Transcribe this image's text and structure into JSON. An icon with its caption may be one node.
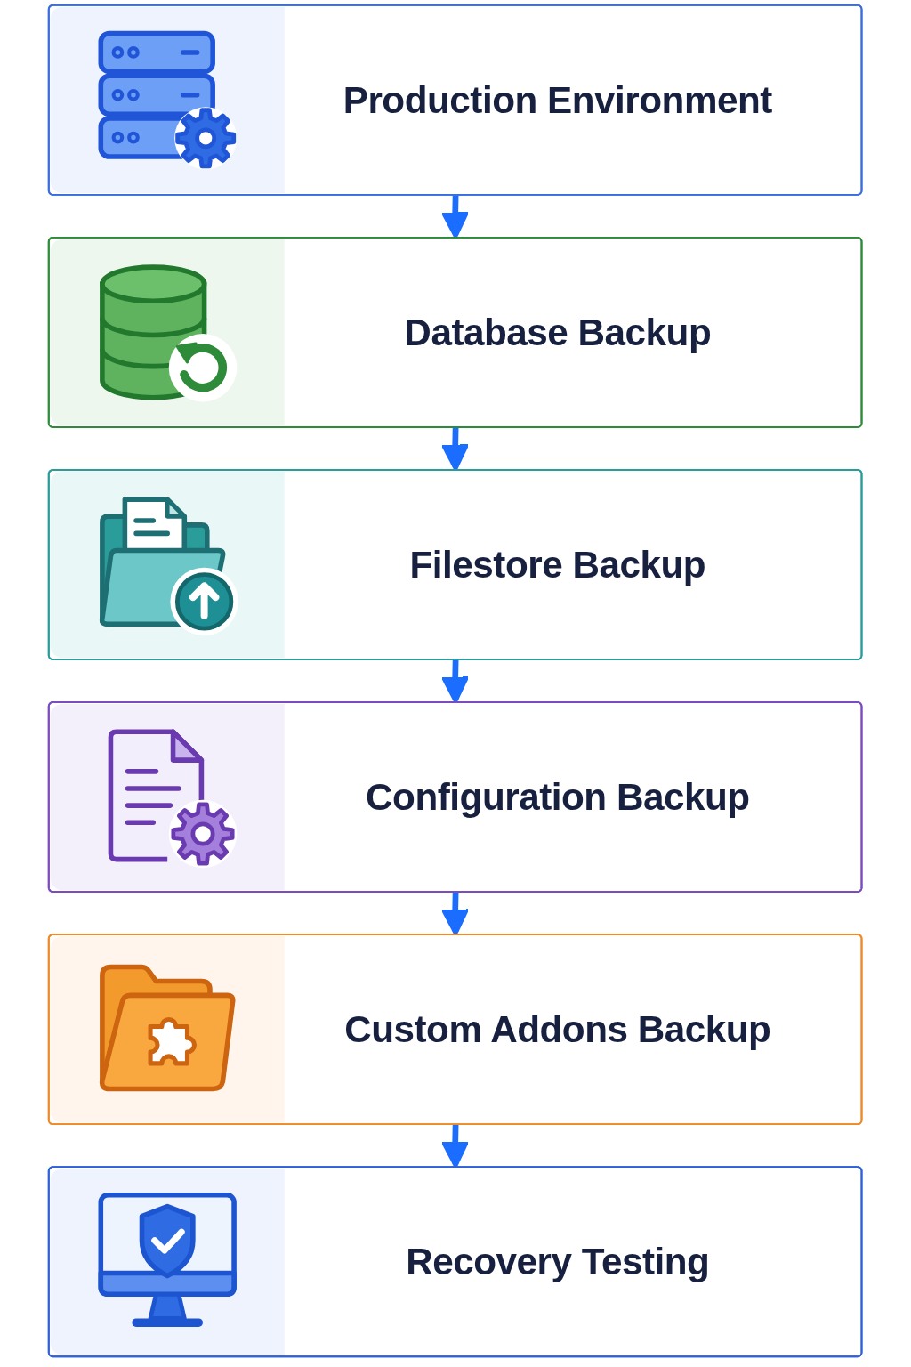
{
  "diagram": {
    "nodes": [
      {
        "text": [
          "Production Environment"
        ]
      },
      {
        "text": [
          "Database Backup"
        ]
      },
      {
        "text": [
          "Filestore Backup"
        ]
      },
      {
        "text": [
          "Configuration Backup"
        ]
      },
      {
        "text": [
          "Custom Addons Backup"
        ]
      },
      {
        "text": [
          "Recovery Testing"
        ]
      }
    ],
    "edges": [
      {
        "from": 0,
        "to": 1,
        "arrow": "to"
      },
      {
        "from": 1,
        "to": 2,
        "arrow": "to"
      },
      {
        "from": 2,
        "to": 3,
        "arrow": "to"
      },
      {
        "from": 3,
        "to": 4,
        "arrow": "to"
      },
      {
        "from": 4,
        "to": 5,
        "arrow": "to"
      }
    ]
  }
}
